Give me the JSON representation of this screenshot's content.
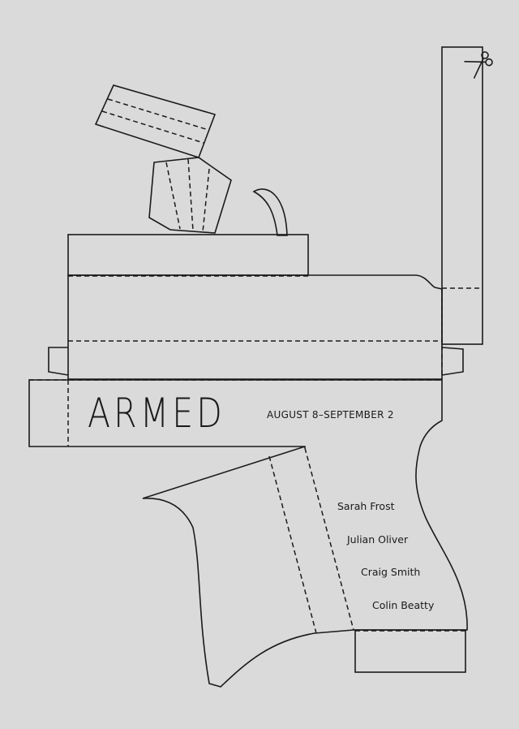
{
  "poster": {
    "title": "ARMED",
    "dates": "AUGUST 8–SEPTEMBER 2",
    "artists": [
      {
        "name": "Sarah Frost"
      },
      {
        "name": "Julian Oliver"
      },
      {
        "name": "Craig Smith"
      },
      {
        "name": "Colin Beatty"
      }
    ]
  },
  "icons": {
    "scissors": "scissors-icon"
  },
  "colors": {
    "background": "#dadada",
    "ink": "#1b1b1b"
  }
}
